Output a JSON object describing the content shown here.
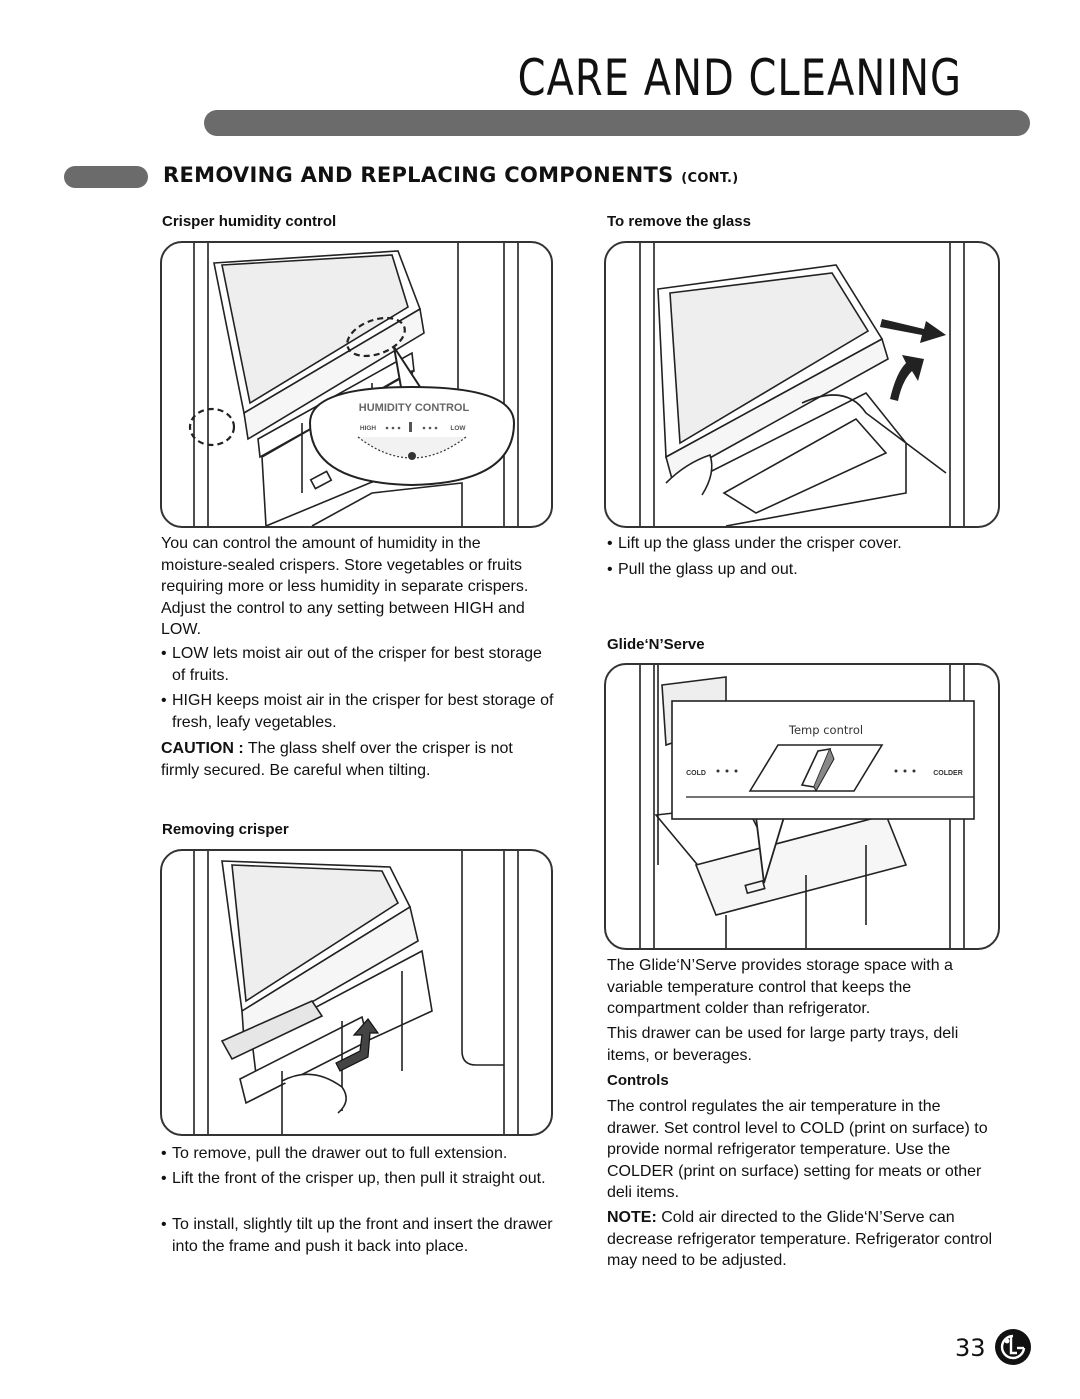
{
  "header": {
    "title": "Care and Cleaning"
  },
  "section": {
    "title": "REMOVING AND REPLACING COMPONENTS",
    "cont": "(CONT.)"
  },
  "left": {
    "crisper_humidity": {
      "heading": "Crisper humidity control",
      "figure": {
        "panel_title": "HUMIDITY CONTROL",
        "high": "HIGH",
        "low": "LOW"
      },
      "intro": "You can control the amount of humidity in the moisture-sealed crispers. Store vegetables or fruits requiring more or less humidity in separate crispers. Adjust the control to any setting between HIGH and LOW.",
      "bullets": [
        "LOW lets moist air out of the crisper for best storage of fruits.",
        "HIGH keeps moist air in the crisper for best storage of fresh, leafy vegetables."
      ],
      "caution_label": "CAUTION :",
      "caution_text": " The glass shelf over the crisper is not firmly secured. Be careful when tilting."
    },
    "removing_crisper": {
      "heading": "Removing crisper",
      "bullets": [
        "To remove, pull the drawer out to full extension.",
        "Lift the front of the crisper up, then pull it straight out.",
        "To install, slightly tilt up the front and insert the drawer into the frame and push it back into place."
      ]
    }
  },
  "right": {
    "remove_glass": {
      "heading": "To remove the glass",
      "bullets": [
        "Lift up the glass under the crisper cover.",
        "Pull the glass up and out."
      ]
    },
    "glide": {
      "heading": "Glide‘N’Serve",
      "figure": {
        "temp_label": "Temp control",
        "cold": "COLD",
        "colder": "COLDER"
      },
      "para1": "The Glide‘N’Serve provides storage space with a variable temperature control that keeps the compartment colder than refrigerator.",
      "para2": "This drawer can be used for large party trays, deli items, or beverages."
    },
    "controls": {
      "heading": "Controls",
      "para": "The control regulates the air temperature in the drawer. Set control level to COLD (print on surface) to provide normal refrigerator temperature. Use the COLDER (print on surface) setting for meats or other deli items.",
      "note_label": "NOTE:",
      "note_text": " Cold air directed to the Glide‘N’Serve can decrease refrigerator temperature. Refrigerator control may need to be adjusted."
    }
  },
  "footer": {
    "page_number": "33",
    "logo_text": "LG"
  },
  "colors": {
    "bar": "#6b6b6b",
    "text": "#111111"
  }
}
